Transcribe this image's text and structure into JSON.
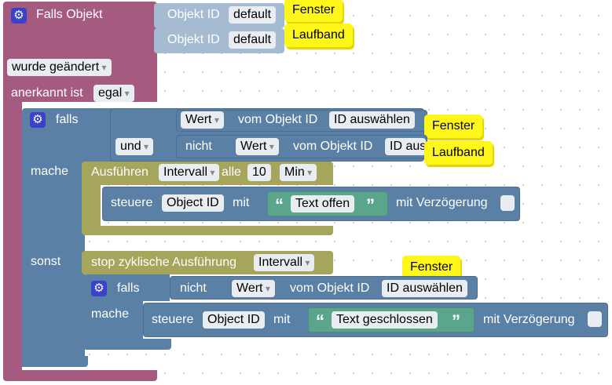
{
  "event": {
    "title": "Falls Objekt",
    "object_label": "Objekt ID",
    "object_value": "default",
    "note_1": "Fenster",
    "note_2": "Laufband",
    "changed_label": "wurde geändert",
    "acknowledged_label": "anerkannt ist",
    "acknowledged_value": "egal"
  },
  "if_block": {
    "falls": "falls",
    "mache": "mache",
    "sonst": "sonst",
    "cond1": {
      "prop": "Wert",
      "from": "vom Objekt ID",
      "id": "ID auswählen",
      "note": "Fenster"
    },
    "logic": "und",
    "not": "nicht",
    "cond2": {
      "prop": "Wert",
      "from": "vom Objekt ID",
      "id": "ID auswählen",
      "note": "Laufband"
    }
  },
  "interval": {
    "run": "Ausführen",
    "type": "Intervall",
    "every": "alle",
    "count": "10",
    "unit": "Min"
  },
  "control1": {
    "label": "steuere",
    "object": "Object ID",
    "with": "mit",
    "quote_open": "“",
    "text": "Text offen",
    "quote_close": "”",
    "delay": "mit Verzögerung"
  },
  "stop": {
    "label": "stop zyklische Ausführung",
    "type": "Intervall",
    "note": "Fenster"
  },
  "inner_if": {
    "falls": "falls",
    "mache": "mache",
    "not": "nicht",
    "prop": "Wert",
    "from": "vom Objekt ID",
    "id": "ID auswählen"
  },
  "control2": {
    "label": "steuere",
    "object": "Object ID",
    "with": "mit",
    "quote_open": "“",
    "text": "Text geschlossen",
    "quote_close": "”",
    "delay": "mit Verzögerung"
  },
  "colors": {
    "event": "#a55b80",
    "logic": "#5b80a5",
    "timer": "#a5a55b",
    "text": "#5ba58c",
    "note": "#fff61a"
  }
}
